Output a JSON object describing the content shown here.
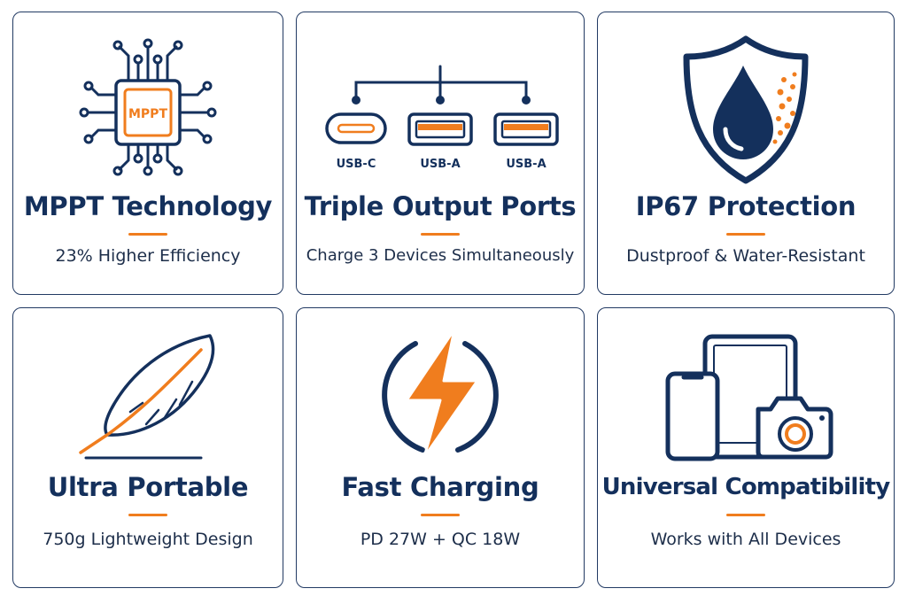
{
  "colors": {
    "navy": "#14305c",
    "orange": "#f07d1e",
    "border": "#223a63"
  },
  "features": [
    {
      "icon": "mppt-chip-icon",
      "chip_label": "MPPT",
      "title": "MPPT Technology",
      "subtitle": "23% Higher Efficiency"
    },
    {
      "icon": "usb-ports-icon",
      "ports": [
        "USB-C",
        "USB-A",
        "USB-A"
      ],
      "title": "Triple Output Ports",
      "subtitle": "Charge 3 Devices Simultaneously"
    },
    {
      "icon": "shield-water-drop-icon",
      "title": "IP67 Protection",
      "subtitle": "Dustproof & Water-Resistant"
    },
    {
      "icon": "feather-icon",
      "title": "Ultra Portable",
      "subtitle": "750g Lightweight Design"
    },
    {
      "icon": "lightning-bolt-icon",
      "title": "Fast Charging",
      "subtitle": "PD 27W + QC 18W"
    },
    {
      "icon": "devices-icon",
      "title": "Universal Compatibility",
      "subtitle": "Works with All Devices"
    }
  ]
}
